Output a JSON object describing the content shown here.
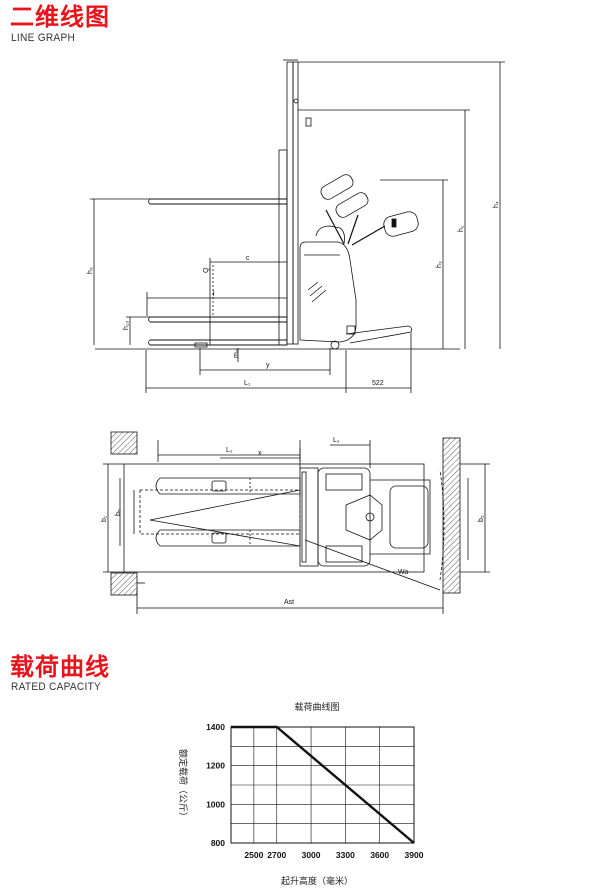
{
  "sections": {
    "line_graph": {
      "title": "二维线图",
      "subtitle": "LINE GRAPH"
    },
    "rated_capacity": {
      "title": "载荷曲线",
      "subtitle": "RATED CAPACITY"
    }
  },
  "colors": {
    "accent": "#e8141b",
    "line": "#111111"
  },
  "drawing_labels": {
    "dim_522": "522",
    "l1": "L₁",
    "l2": "L₂",
    "y": "y",
    "x": "x",
    "c": "c",
    "q": "Q",
    "l": "l",
    "b1": "b₁",
    "b2": "b₂",
    "b5": "b₅",
    "wa": "Wa",
    "ast": "Ast",
    "h1": "h₁",
    "h3": "h₃",
    "h4": "h₄",
    "h13": "h₁₃",
    "m2": "m₂"
  },
  "chart_data": {
    "type": "line",
    "title": "载荷曲线图",
    "xlabel": "起升高度（毫米）",
    "ylabel": "额定载荷（公斤）",
    "categories": [
      "2500",
      "2700",
      "3000",
      "3300",
      "3600",
      "3900"
    ],
    "x_ticks": [
      2500,
      2700,
      3000,
      3300,
      3600,
      3900
    ],
    "y_ticks": [
      800,
      1000,
      1200,
      1400
    ],
    "xlim": [
      2300,
      3900
    ],
    "ylim": [
      800,
      1400
    ],
    "grid": true,
    "series": [
      {
        "x": [
          2300,
          2700,
          3900
        ],
        "y": [
          1400,
          1400,
          800
        ]
      }
    ]
  }
}
